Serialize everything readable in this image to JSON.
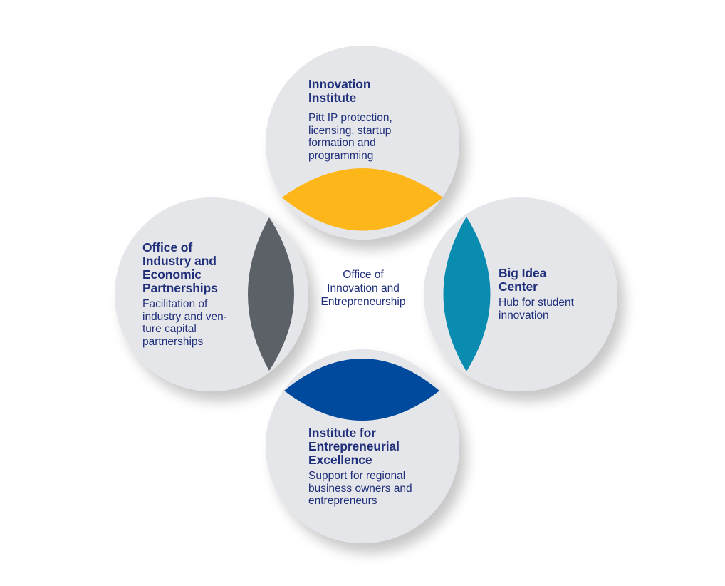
{
  "center": {
    "line1": "Office of",
    "line2": "Innovation and",
    "line3": "Entrepreneurship"
  },
  "nodes": {
    "top": {
      "title_lines": [
        "Innovation",
        "Institute"
      ],
      "desc_lines": [
        "Pitt IP protection,",
        "licensing, startup",
        "formation and",
        "programming"
      ],
      "accent_color": "#fdb71a"
    },
    "left": {
      "title_lines": [
        "Office of",
        "Industry and",
        "Economic",
        "Partnerships"
      ],
      "desc_lines": [
        "Facilitation of",
        "industry and ven-",
        "ture capital",
        "partnerships"
      ],
      "accent_color": "#5c6067"
    },
    "right": {
      "title_lines": [
        "Big Idea",
        "Center"
      ],
      "desc_lines": [
        "Hub for student",
        "innovation"
      ],
      "accent_color": "#0a8bb0"
    },
    "bottom": {
      "title_lines": [
        "Institute for",
        "Entrepreneurial",
        "Excellence"
      ],
      "desc_lines": [
        "Support for regional",
        "business owners and",
        "entrepreneurs"
      ],
      "accent_color": "#004a9e"
    }
  },
  "colors": {
    "circle_fill": "#e5e6ea",
    "text": "#1f2f7a",
    "background": "#ffffff"
  }
}
